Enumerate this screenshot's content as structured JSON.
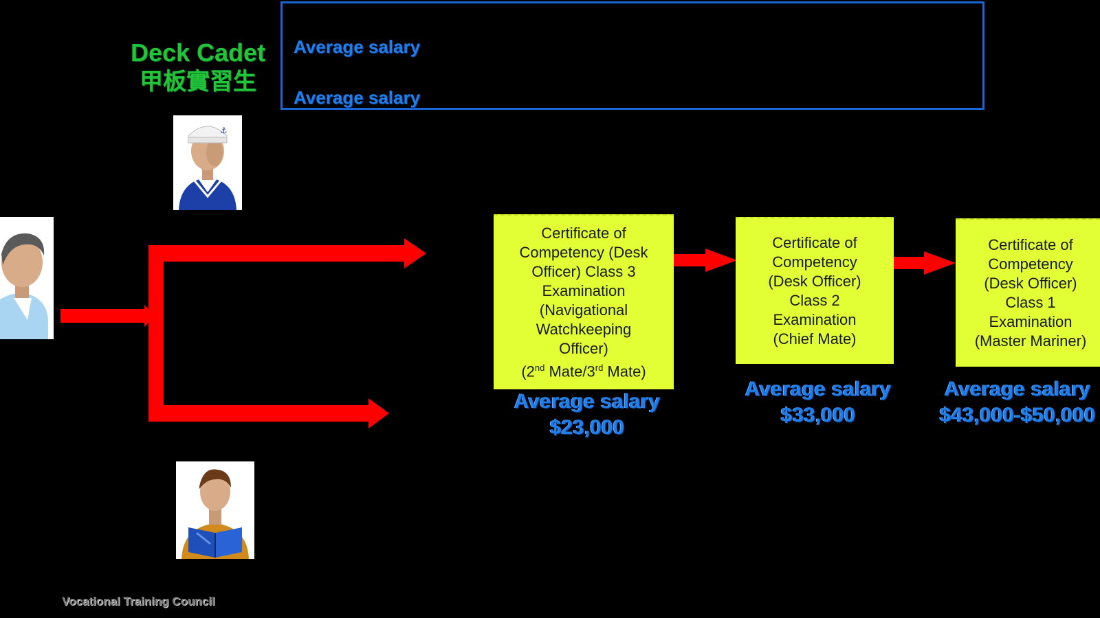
{
  "info_box": {
    "line1_label": "Average salary",
    "line2_label": "Average salary"
  },
  "cadet": {
    "title_en": "Deck Cadet",
    "title_zh": "甲板實習生"
  },
  "certificates": [
    {
      "lines": [
        "Certificate of",
        "Competency (Desk",
        "Officer) Class 3",
        "Examination",
        "(Navigational",
        "Watchkeeping",
        "Officer)"
      ],
      "rank_a": "2",
      "rank_a_sup": "nd",
      "rank_mid": " Mate/3",
      "rank_b_sup": "rd",
      "rank_end": " Mate)",
      "rank_prefix": "(",
      "salary_label": "Average salary",
      "salary_value": "$23,000"
    },
    {
      "lines": [
        "Certificate of",
        "Competency",
        "(Desk Officer)",
        "Class 2",
        "Examination",
        "(Chief Mate)"
      ],
      "salary_label": "Average salary",
      "salary_value": "$33,000"
    },
    {
      "lines": [
        "Certificate of",
        "Competency",
        "(Desk Officer)",
        "Class 1",
        "Examination",
        "(Master Mariner)"
      ],
      "salary_label": "Average salary",
      "salary_value": "$43,000-$50,000"
    }
  ],
  "footer": "Vocational Training Council",
  "colors": {
    "arrow": "#ff0000",
    "cert_fill": "#e2ff36",
    "salary_text": "#1f7ee8",
    "cadet_text": "#22c43a",
    "info_border": "#1a66d6"
  },
  "icons": {
    "person": "person-icon",
    "sailor": "sailor-icon",
    "student": "student-reading-icon"
  }
}
